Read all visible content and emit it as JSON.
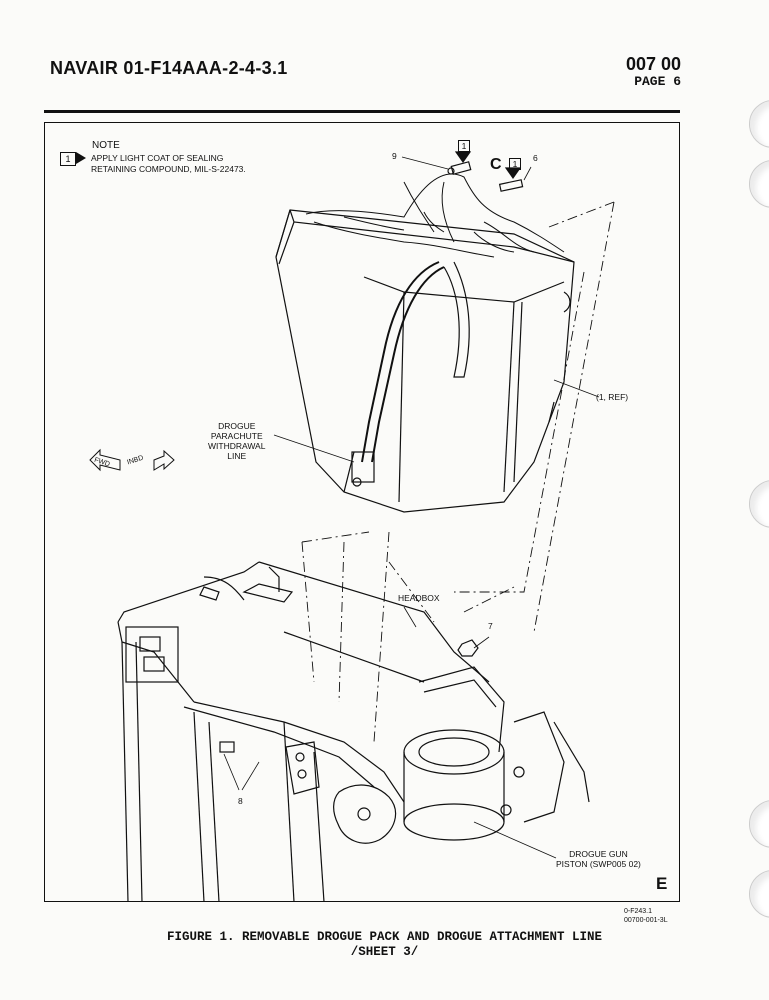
{
  "header": {
    "doc_number": "NAVAIR 01-F14AAA-2-4-3.1",
    "section_code": "007 00",
    "page_label": "PAGE 6"
  },
  "note": {
    "title": "NOTE",
    "step_number": "1",
    "text_line1": "APPLY LIGHT COAT OF SEALING",
    "text_line2": "RETAINING COMPOUND, MIL-S-22473."
  },
  "callouts": {
    "item9": "9",
    "item6": "6",
    "item7": "7",
    "item8": "8",
    "flag1a": "1",
    "flag1b": "1",
    "view_c": "C",
    "ref1": "(1, REF)",
    "drogue_line_1": "DROGUE",
    "drogue_line_2": "PARACHUTE",
    "drogue_line_3": "WITHDRAWAL",
    "drogue_line_4": "LINE",
    "headbox": "HEADBOX",
    "piston_1": "DROGUE GUN",
    "piston_2": "PISTON (SWP005 02)",
    "view_e": "E",
    "fwd": "FWD",
    "inbd": "INBD"
  },
  "refs": {
    "ref_a": "0-F243.1",
    "ref_b": "00700-001-3L"
  },
  "caption": {
    "line1": "FIGURE 1. REMOVABLE DROGUE PACK AND DROGUE ATTACHMENT LINE",
    "line2": "/SHEET 3/"
  }
}
